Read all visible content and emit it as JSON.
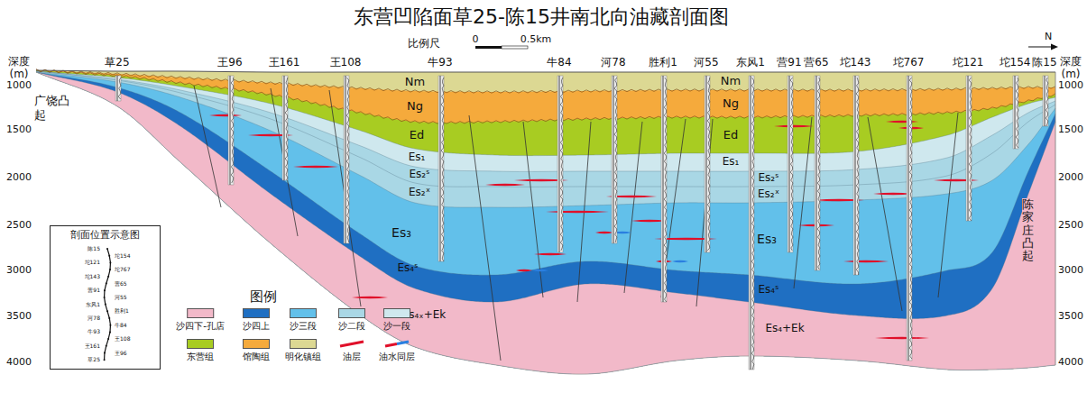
{
  "diagram": {
    "title": "东营凹陷面草25-陈15井南北向油藏剖面图",
    "nodes": [
      {
        "text": [
          "剖面位置示意图"
        ]
      }
    ],
    "labels": [
      "比例尺",
      "0",
      "0.5km",
      "N",
      "深度",
      "(m)",
      "1000",
      "1500",
      "2000",
      "2500",
      "3000",
      "3500",
      "4000",
      "深度",
      "(m)",
      "1000",
      "1500",
      "2000",
      "2500",
      "3000",
      "3500",
      "4000",
      "草25",
      "王96",
      "王161",
      "王108",
      "牛93",
      "牛84",
      "河78",
      "胜利1",
      "河55",
      "东风1",
      "营91",
      "营65",
      "坨143",
      "坨767",
      "坨121",
      "坨154",
      "陈15",
      "广饶凸起",
      "陈家庄凸起",
      "Nm",
      "Ng",
      "Ed",
      "Es₁",
      "Es₂ˢ",
      "Es₂ˣ",
      "Es₃",
      "Es₄ˢ",
      "Es₄ₓ+Ek",
      "Nm",
      "Ng",
      "Ed",
      "Es₁",
      "Es₂ˢ",
      "Es₂ˣ",
      "Es₃",
      "Es₄ˢ",
      "Es₄+Ek",
      "图例",
      "陈15",
      "坨154",
      "坨121",
      "坨767",
      "坨143",
      "营65",
      "营91",
      "河55",
      "东风1",
      "胜利1",
      "河78",
      "牛84",
      "牛93",
      "王108",
      "王161",
      "王96",
      "草25"
    ],
    "legend": [
      {
        "text": "沙四下-孔店",
        "color": "#f2b9c9"
      },
      {
        "text": "沙四上",
        "color": "#1f6fc2"
      },
      {
        "text": "沙三段",
        "color": "#62c0ea"
      },
      {
        "text": "沙二段",
        "color": "#a9d7e5"
      },
      {
        "text": "沙一段",
        "color": "#cfe8ee"
      },
      {
        "text": "东营组",
        "color": "#a8cc22"
      },
      {
        "text": "馆陶组",
        "color": "#f5aa3c"
      },
      {
        "text": "明化镇组",
        "color": "#dcd893"
      },
      {
        "text": "油层"
      },
      {
        "text": "油水同层"
      }
    ]
  }
}
